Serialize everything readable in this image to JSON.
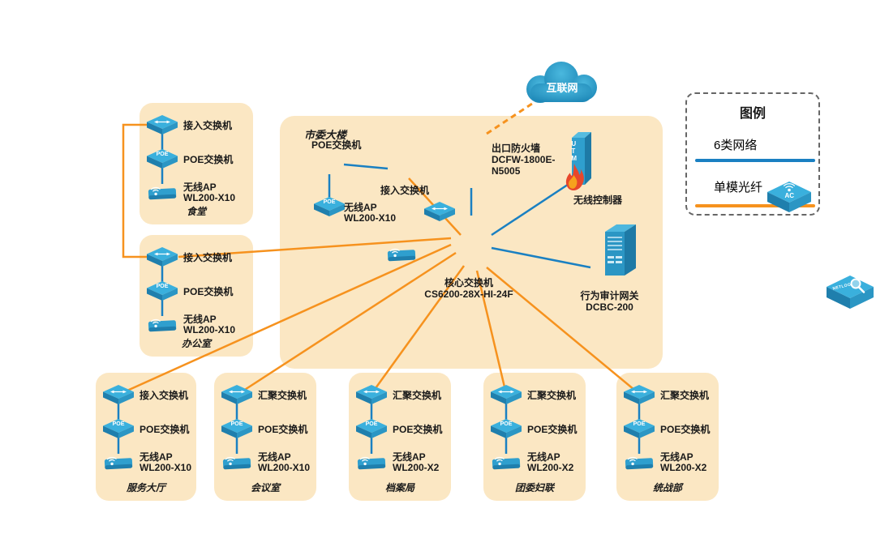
{
  "colors": {
    "cat6_blue": "#1a80c2",
    "fiber_orange": "#f6921e",
    "box_fill": "#fbe7c3",
    "device_teal": "#2e9fd0"
  },
  "internet": {
    "label": "互联网"
  },
  "legend": {
    "title": "图例",
    "items": [
      {
        "label": "6类网络",
        "color": "#1a80c2"
      },
      {
        "label": "单模光纤",
        "color": "#f6921e"
      }
    ]
  },
  "building": {
    "title": "市委大楼",
    "poe_label": "POE交换机",
    "access_label": "接入交换机",
    "ap_label": "无线AP",
    "ap_model": "WL200-X10",
    "firewall": {
      "name": "出口防火墙",
      "model_line1": "DCFW-1800E-",
      "model_line2": "N5005"
    },
    "core": {
      "name": "核心交换机",
      "model": "CS6200-28X-HI-24F"
    },
    "ac": {
      "name": "无线控制器"
    },
    "netlog": {
      "name": "行为审计网关",
      "model": "DCBC-200"
    }
  },
  "icon_text": {
    "poe": "POE",
    "utm": "UTM",
    "ac": "AC",
    "netlog": "NETLOG"
  },
  "groups": [
    {
      "name": "食堂",
      "switch": "接入交换机",
      "poe": "POE交换机",
      "ap": "无线AP",
      "ap_model": "WL200-X10"
    },
    {
      "name": "办公室",
      "switch": "接入交换机",
      "poe": "POE交换机",
      "ap": "无线AP",
      "ap_model": "WL200-X10"
    },
    {
      "name": "服务大厅",
      "switch": "接入交换机",
      "poe": "POE交换机",
      "ap": "无线AP",
      "ap_model": "WL200-X10"
    },
    {
      "name": "会议室",
      "switch": "汇聚交换机",
      "poe": "POE交换机",
      "ap": "无线AP",
      "ap_model": "WL200-X10"
    },
    {
      "name": "档案局",
      "switch": "汇聚交换机",
      "poe": "POE交换机",
      "ap": "无线AP",
      "ap_model": "WL200-X2"
    },
    {
      "name": "团委妇联",
      "switch": "汇聚交换机",
      "poe": "POE交换机",
      "ap": "无线AP",
      "ap_model": "WL200-X2"
    },
    {
      "name": "统战部",
      "switch": "汇聚交换机",
      "poe": "POE交换机",
      "ap": "无线AP",
      "ap_model": "WL200-X2"
    }
  ]
}
